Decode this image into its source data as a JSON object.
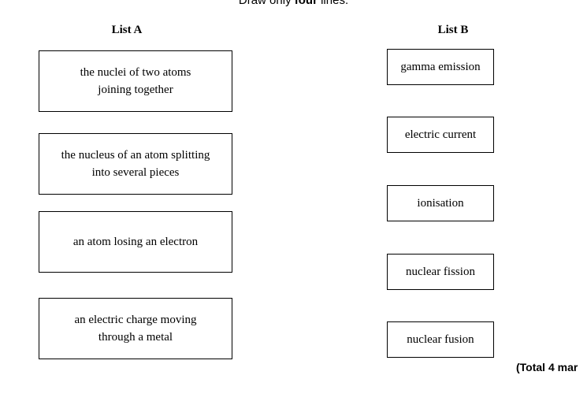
{
  "instruction": {
    "prefix": "Draw only ",
    "emphasis": "four",
    "suffix": " lines."
  },
  "list_a": {
    "heading": "List A",
    "items": [
      "the nuclei of two atoms joining together",
      "the nucleus of an atom splitting into several pieces",
      "an atom losing an electron",
      "an electric charge moving through a metal"
    ]
  },
  "list_b": {
    "heading": "List B",
    "items": [
      "gamma emission",
      "electric current",
      "ionisation",
      "nuclear fission",
      "nuclear fusion"
    ]
  },
  "total": "(Total 4 mar"
}
